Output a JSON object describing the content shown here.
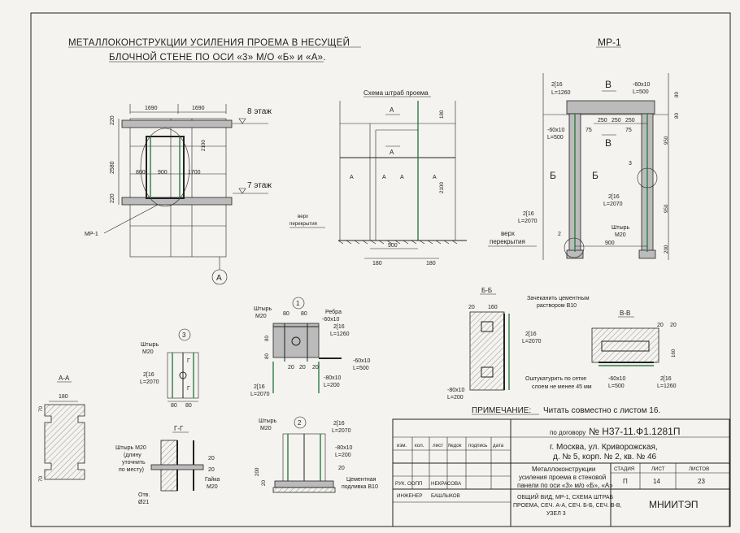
{
  "title": {
    "line1": "МЕТАЛЛОКОНСТРУКЦИИ УСИЛЕНИЯ ПРОЕМА В НЕСУЩЕЙ",
    "line2": "БЛОЧНОЙ СТЕНЕ ПО ОСИ «3» М/О «Б» и «А»."
  },
  "elevation": {
    "dim_top_left": "1690",
    "dim_top_right": "1690",
    "dim_220_top": "220",
    "dim_2580": "2580",
    "dim_220_bot": "220",
    "dim_800": "800",
    "dim_900": "900",
    "dim_1700": "1700",
    "dim_2100": "2100",
    "floor_8": "8 этаж",
    "floor_7": "7 этаж",
    "mark_mp1": "МР-1",
    "axis_a": "А"
  },
  "scheme": {
    "title": "Схема штраб проема",
    "cut_a": "А",
    "dim_180_top": "180",
    "dim_2100": "2100",
    "slab_top_l1": "верх",
    "slab_top_l2": "перекрытия",
    "dim_900": "900",
    "dim_180_left": "180",
    "dim_180_right": "180"
  },
  "mp1": {
    "title": "МР-1",
    "l_2l16_top": "2[16",
    "l_1260": "L=1260",
    "cut_v": "В",
    "l_6010_top": "-60х10",
    "l_500_top": "L=500",
    "d_80": "80",
    "d_250a": "250",
    "d_250b": "250",
    "d_250c": "250",
    "d_75a": "75",
    "d_75b": "75",
    "l_6010_left": "-60х10",
    "l_500_left": "L=500",
    "d_80r": "80",
    "d_950a": "950",
    "d_950b": "950",
    "d_200": "200",
    "cut_b": "Б",
    "node_3": "3",
    "node_2": "2",
    "l_2l16_mid": "2[16",
    "l_2070_mid": "L=2070",
    "l_2l16_left": "2[16",
    "l_2070_left": "L=2070",
    "stud": "Штырь",
    "stud_m20": "М20",
    "slab_l1": "верх",
    "slab_l2": "перекрытия",
    "d_900": "900"
  },
  "node1": {
    "num": "1",
    "stud": "Штырь",
    "stud_m20": "М20",
    "d_80a": "80",
    "d_80b": "80",
    "rib": "Ребра",
    "rib_size": "-60х10",
    "l_2l16": "2[16",
    "l_1260": "L=1260",
    "d_80c": "80",
    "d_80d": "80",
    "d_20a": "20",
    "d_20b": "20",
    "d_20c": "20",
    "p1": "-60х10",
    "p1l": "L=500",
    "p2": "-80х10",
    "p2l": "L=200",
    "c_2l16": "2[16",
    "c_2070": "L=2070"
  },
  "node3": {
    "num": "3",
    "stud": "Штырь",
    "stud_m20": "М20",
    "c_2l16": "2[16",
    "c_2070": "L=2070",
    "cut_g": "Г",
    "d_80a": "80",
    "d_80b": "80"
  },
  "sec_aa": {
    "title": "А-А",
    "d_180": "180",
    "d_70a": "70",
    "d_70b": "70"
  },
  "sec_gg": {
    "title": "Г-Г",
    "stud": "Штырь М20",
    "n1": "(длину",
    "n2": "уточнить",
    "n3": "по месту)",
    "d_20a": "20",
    "d_20b": "20",
    "nut": "Гайка",
    "nut_m20": "М20",
    "hole": "Отв.",
    "hole_d": "Ø21"
  },
  "node2": {
    "num": "2",
    "stud": "Штырь",
    "stud_m20": "М20",
    "c_2l16": "2[16",
    "c_2070": "L=2070",
    "p": "-80х10",
    "pl": "L=200",
    "d_200": "200",
    "d_20a": "20",
    "d_20b": "20",
    "pad1": "Цементная",
    "pad2": "подливка В10"
  },
  "sec_bb": {
    "title": "Б-Б",
    "d_20": "20",
    "d_160": "160",
    "n1": "Зачеканить цементным",
    "n2": "раствором В10",
    "c_2l16": "2[16",
    "c_2070": "L=2070",
    "n3": "Оштукатурить по сетке",
    "n4": "слоем не менее 45 мм",
    "p": "-80х10",
    "pl": "L=200"
  },
  "sec_vv": {
    "title": "В-В",
    "d_20a": "20",
    "d_20b": "20",
    "d_160": "160",
    "p": "-60х10",
    "pl": "L=500",
    "c_2l16": "2[16",
    "c_1260": "L=1260"
  },
  "note": {
    "label": "ПРИМЕЧАНИЕ:",
    "text": "Читать совместно с листом 16."
  },
  "stamp": {
    "contract_prefix": "по договору",
    "contract_no": "№ Н37-11.Ф1.1281П",
    "col_izm": "изм.",
    "col_kol": "кол.",
    "col_list": "лист",
    "col_doc": "№док",
    "col_sign": "подпись",
    "col_date": "дата",
    "addr1": "г. Москва, ул. Криворожская,",
    "addr2": "д. № 5, корп. № 2, кв. № 46",
    "role1": "РУК. ООПП",
    "name1": "НЕКРАСОВА",
    "role2": "ИНЖЕНЕР",
    "name2": "БАШЛЫКОВ",
    "desc1": "Металлоконструкции",
    "desc2": "усиления проема в стеновой",
    "desc3": "панели по оси «3» м/о «Б», «А»",
    "h_stage": "СТАДИЯ",
    "h_sheet": "ЛИСТ",
    "h_sheets": "ЛИСТОВ",
    "v_stage": "П",
    "v_sheet": "14",
    "v_sheets": "23",
    "sheet1": "ОБЩИЙ ВИД, МР-1, СХЕМА ШТРАБ",
    "sheet2": "ПРОЕМА, СЕЧ. А-А, СЕЧ. Б-Б, СЕЧ. В-В,",
    "sheet3": "УЗЕЛ 3",
    "org": "МНИИТЭП"
  }
}
